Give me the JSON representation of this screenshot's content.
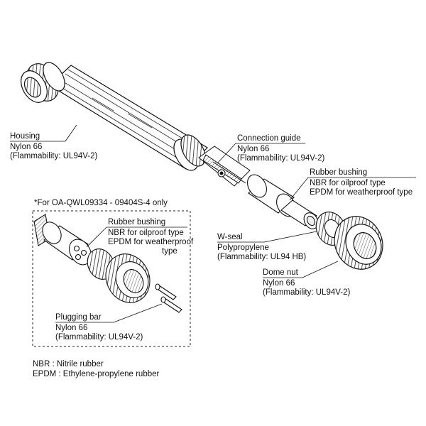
{
  "labels": {
    "housing": {
      "name": "Housing",
      "material": "Nylon 66",
      "rating": "(Flammability: UL94V-2)"
    },
    "connection_guide": {
      "name": "Connection guide",
      "material": "Nylon 66",
      "rating": "(Flammability: UL94V-2)"
    },
    "rubber_bushing": {
      "name": "Rubber bushing",
      "line1": "NBR for oilproof type",
      "line2": "EPDM for weatherproof type"
    },
    "w_seal": {
      "name": "W-seal",
      "material": "Polypropylene",
      "rating": "(Flammability: UL94 HB)"
    },
    "dome_nut": {
      "name": "Dome nut",
      "material": "Nylon 66",
      "rating": "(Flammability: UL94V-2)"
    }
  },
  "inset": {
    "title": "*For OA-QWL09334 - 09404S-4 only",
    "rubber_bushing": {
      "name": "Rubber bushing",
      "line1": "NBR for oilproof type",
      "line2": "EPDM for weatherproof",
      "line3": "type"
    },
    "plugging_bar": {
      "name": "Plugging bar",
      "material": "Nylon 66",
      "rating": "(Flammability: UL94V-2)"
    }
  },
  "legend": {
    "nbr": "NBR : Nitrile rubber",
    "epdm": "EPDM : Ethylene-propylene rubber"
  }
}
